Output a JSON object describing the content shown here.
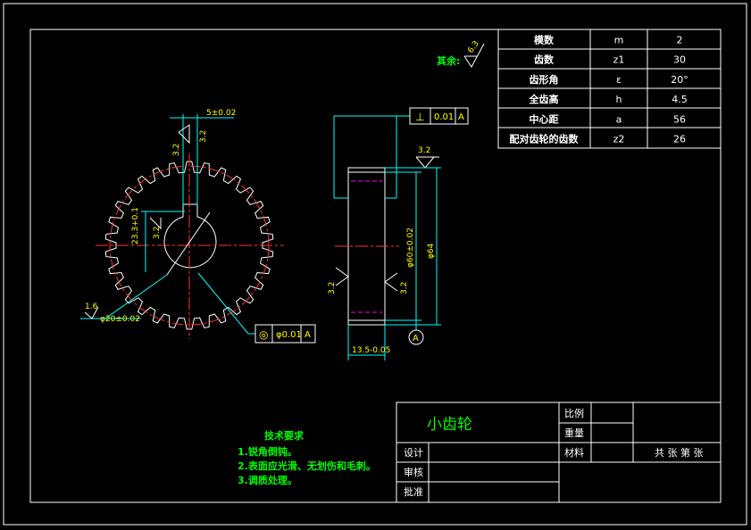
{
  "params": [
    {
      "name": "模数",
      "sym": "m",
      "val": "2"
    },
    {
      "name": "齿数",
      "sym": "z1",
      "val": "30"
    },
    {
      "name": "齿形角",
      "sym": "ɛ",
      "val": "20°"
    },
    {
      "name": "全齿高",
      "sym": "h",
      "val": "4.5"
    },
    {
      "name": "中心距",
      "sym": "a",
      "val": "56"
    },
    {
      "name": "配对齿轮的齿数",
      "sym": "z2",
      "val": "26"
    }
  ],
  "roughness_rest_label": "其余:",
  "roughness_rest_value": "6.3",
  "dims": {
    "keyway_width": "5±0.02",
    "roughness_32": "3.2",
    "keyway_depth": "23.3+0.1",
    "bore_dia": "φ20±0.02",
    "roughness_16": "1.6",
    "runout_sym": "◎",
    "runout_tol": "φ0.01",
    "datum": "A",
    "perp_sym": "⊥",
    "perp_tol": "0.01",
    "dia_60": "φ60±0.02",
    "dia_64": "φ64",
    "width": "13.5-0.05",
    "datum_circle": "A"
  },
  "tech": {
    "title": "技术要求",
    "items": [
      "1.锐角倒钝。",
      "2.表面应光滑、无划伤和毛刺。",
      "3.调质处理。"
    ]
  },
  "titleblock": {
    "name": "小齿轮",
    "scale": "比例",
    "weight": "重量",
    "material": "材料",
    "design": "设计",
    "check": "审核",
    "approve": "批准",
    "sheets": "共  张  第  张"
  }
}
